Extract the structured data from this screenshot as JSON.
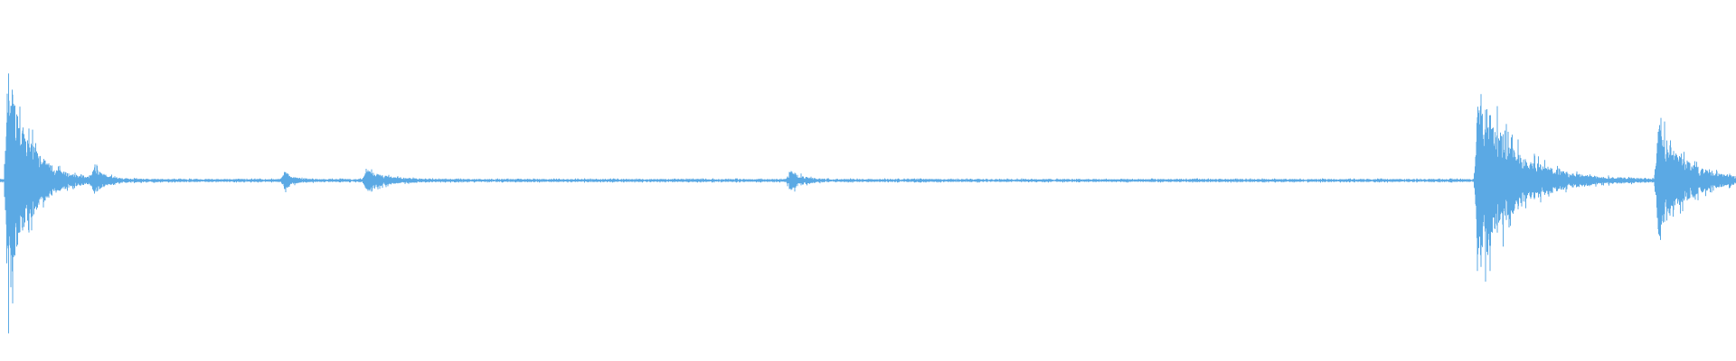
{
  "waveform": {
    "color": "#5ba9e4",
    "background": "#ffffff",
    "duration_fraction_note": "",
    "baseline_amplitude": 0.012,
    "events": [
      {
        "name": "burst-start",
        "t": 0.0045,
        "amp": 0.9,
        "decay": 0.012
      },
      {
        "name": "burst-small-1",
        "t": 0.054,
        "amp": 0.09,
        "decay": 0.006
      },
      {
        "name": "burst-small-2",
        "t": 0.164,
        "amp": 0.07,
        "decay": 0.004
      },
      {
        "name": "burst-small-3",
        "t": 0.211,
        "amp": 0.08,
        "decay": 0.01
      },
      {
        "name": "burst-small-4",
        "t": 0.455,
        "amp": 0.08,
        "decay": 0.006
      },
      {
        "name": "burst-large-2",
        "t": 0.851,
        "amp": 0.75,
        "decay": 0.02
      },
      {
        "name": "burst-medium",
        "t": 0.955,
        "amp": 0.42,
        "decay": 0.016
      }
    ]
  }
}
